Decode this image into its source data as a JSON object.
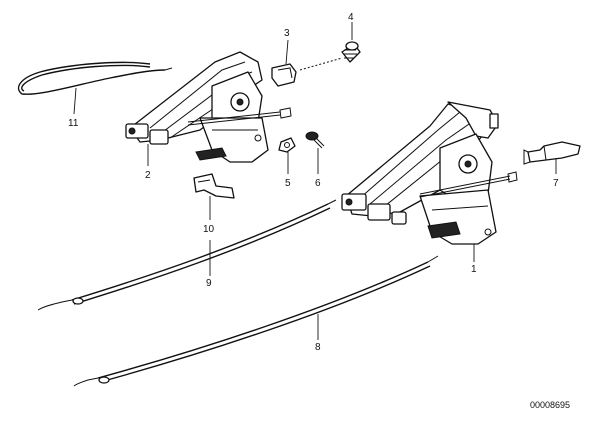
{
  "callouts": {
    "c1": "1",
    "c2": "2",
    "c3": "3",
    "c4": "4",
    "c5": "5",
    "c6": "6",
    "c7": "7",
    "c8": "8",
    "c9": "9",
    "c10": "10",
    "c11": "11"
  },
  "catalog_number": "00008695"
}
